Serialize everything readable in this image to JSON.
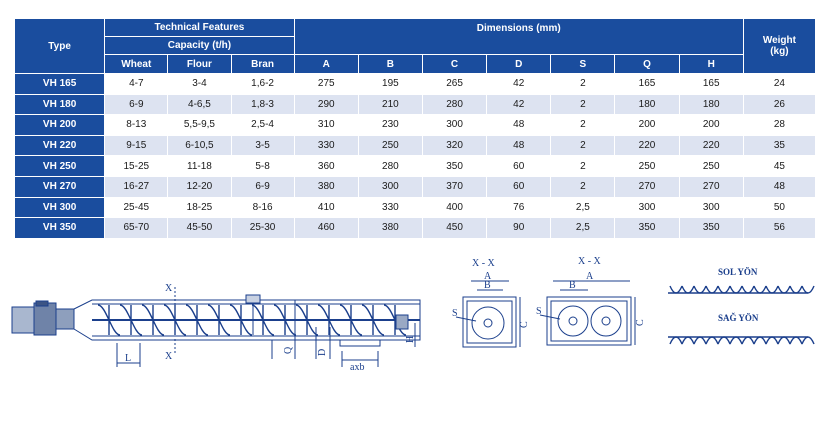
{
  "table": {
    "headers": {
      "type": "Type",
      "technical_features": "Technical Features",
      "capacity": "Capacity (t/h)",
      "wheat": "Wheat",
      "flour": "Flour",
      "bran": "Bran",
      "dimensions": "Dimensions (mm)",
      "dim_cols": [
        "A",
        "B",
        "C",
        "D",
        "S",
        "Q",
        "H"
      ],
      "weight": "Weight",
      "weight_unit": "(kg)"
    },
    "rows": [
      {
        "type": "VH 165",
        "wheat": "4-7",
        "flour": "3-4",
        "bran": "1,6-2",
        "A": "275",
        "B": "195",
        "C": "265",
        "D": "42",
        "S": "2",
        "Q": "165",
        "H": "165",
        "weight": "24"
      },
      {
        "type": "VH 180",
        "wheat": "6-9",
        "flour": "4-6,5",
        "bran": "1,8-3",
        "A": "290",
        "B": "210",
        "C": "280",
        "D": "42",
        "S": "2",
        "Q": "180",
        "H": "180",
        "weight": "26"
      },
      {
        "type": "VH 200",
        "wheat": "8-13",
        "flour": "5,5-9,5",
        "bran": "2,5-4",
        "A": "310",
        "B": "230",
        "C": "300",
        "D": "48",
        "S": "2",
        "Q": "200",
        "H": "200",
        "weight": "28"
      },
      {
        "type": "VH 220",
        "wheat": "9-15",
        "flour": "6-10,5",
        "bran": "3-5",
        "A": "330",
        "B": "250",
        "C": "320",
        "D": "48",
        "S": "2",
        "Q": "220",
        "H": "220",
        "weight": "35"
      },
      {
        "type": "VH 250",
        "wheat": "15-25",
        "flour": "11-18",
        "bran": "5-8",
        "A": "360",
        "B": "280",
        "C": "350",
        "D": "60",
        "S": "2",
        "Q": "250",
        "H": "250",
        "weight": "45"
      },
      {
        "type": "VH 270",
        "wheat": "16-27",
        "flour": "12-20",
        "bran": "6-9",
        "A": "380",
        "B": "300",
        "C": "370",
        "D": "60",
        "S": "2",
        "Q": "270",
        "H": "270",
        "weight": "48"
      },
      {
        "type": "VH 300",
        "wheat": "25-45",
        "flour": "18-25",
        "bran": "8-16",
        "A": "410",
        "B": "330",
        "C": "400",
        "D": "76",
        "S": "2,5",
        "Q": "300",
        "H": "300",
        "weight": "50"
      },
      {
        "type": "VH 350",
        "wheat": "65-70",
        "flour": "45-50",
        "bran": "25-30",
        "A": "460",
        "B": "380",
        "C": "450",
        "D": "90",
        "S": "2,5",
        "Q": "350",
        "H": "350",
        "weight": "56"
      }
    ]
  },
  "drawing": {
    "side_labels": {
      "x": "X",
      "l": "L",
      "q": "Q",
      "d": "D",
      "axb": "axb",
      "h": "H"
    },
    "section1": {
      "title": "X - X",
      "a": "A",
      "b": "B",
      "s": "S",
      "c": "C"
    },
    "section2": {
      "title": "X - X",
      "a": "A",
      "b": "B",
      "s": "S",
      "c": "C"
    },
    "screw_left": "SOL YÖN",
    "screw_right": "SAĞ YÖN"
  }
}
